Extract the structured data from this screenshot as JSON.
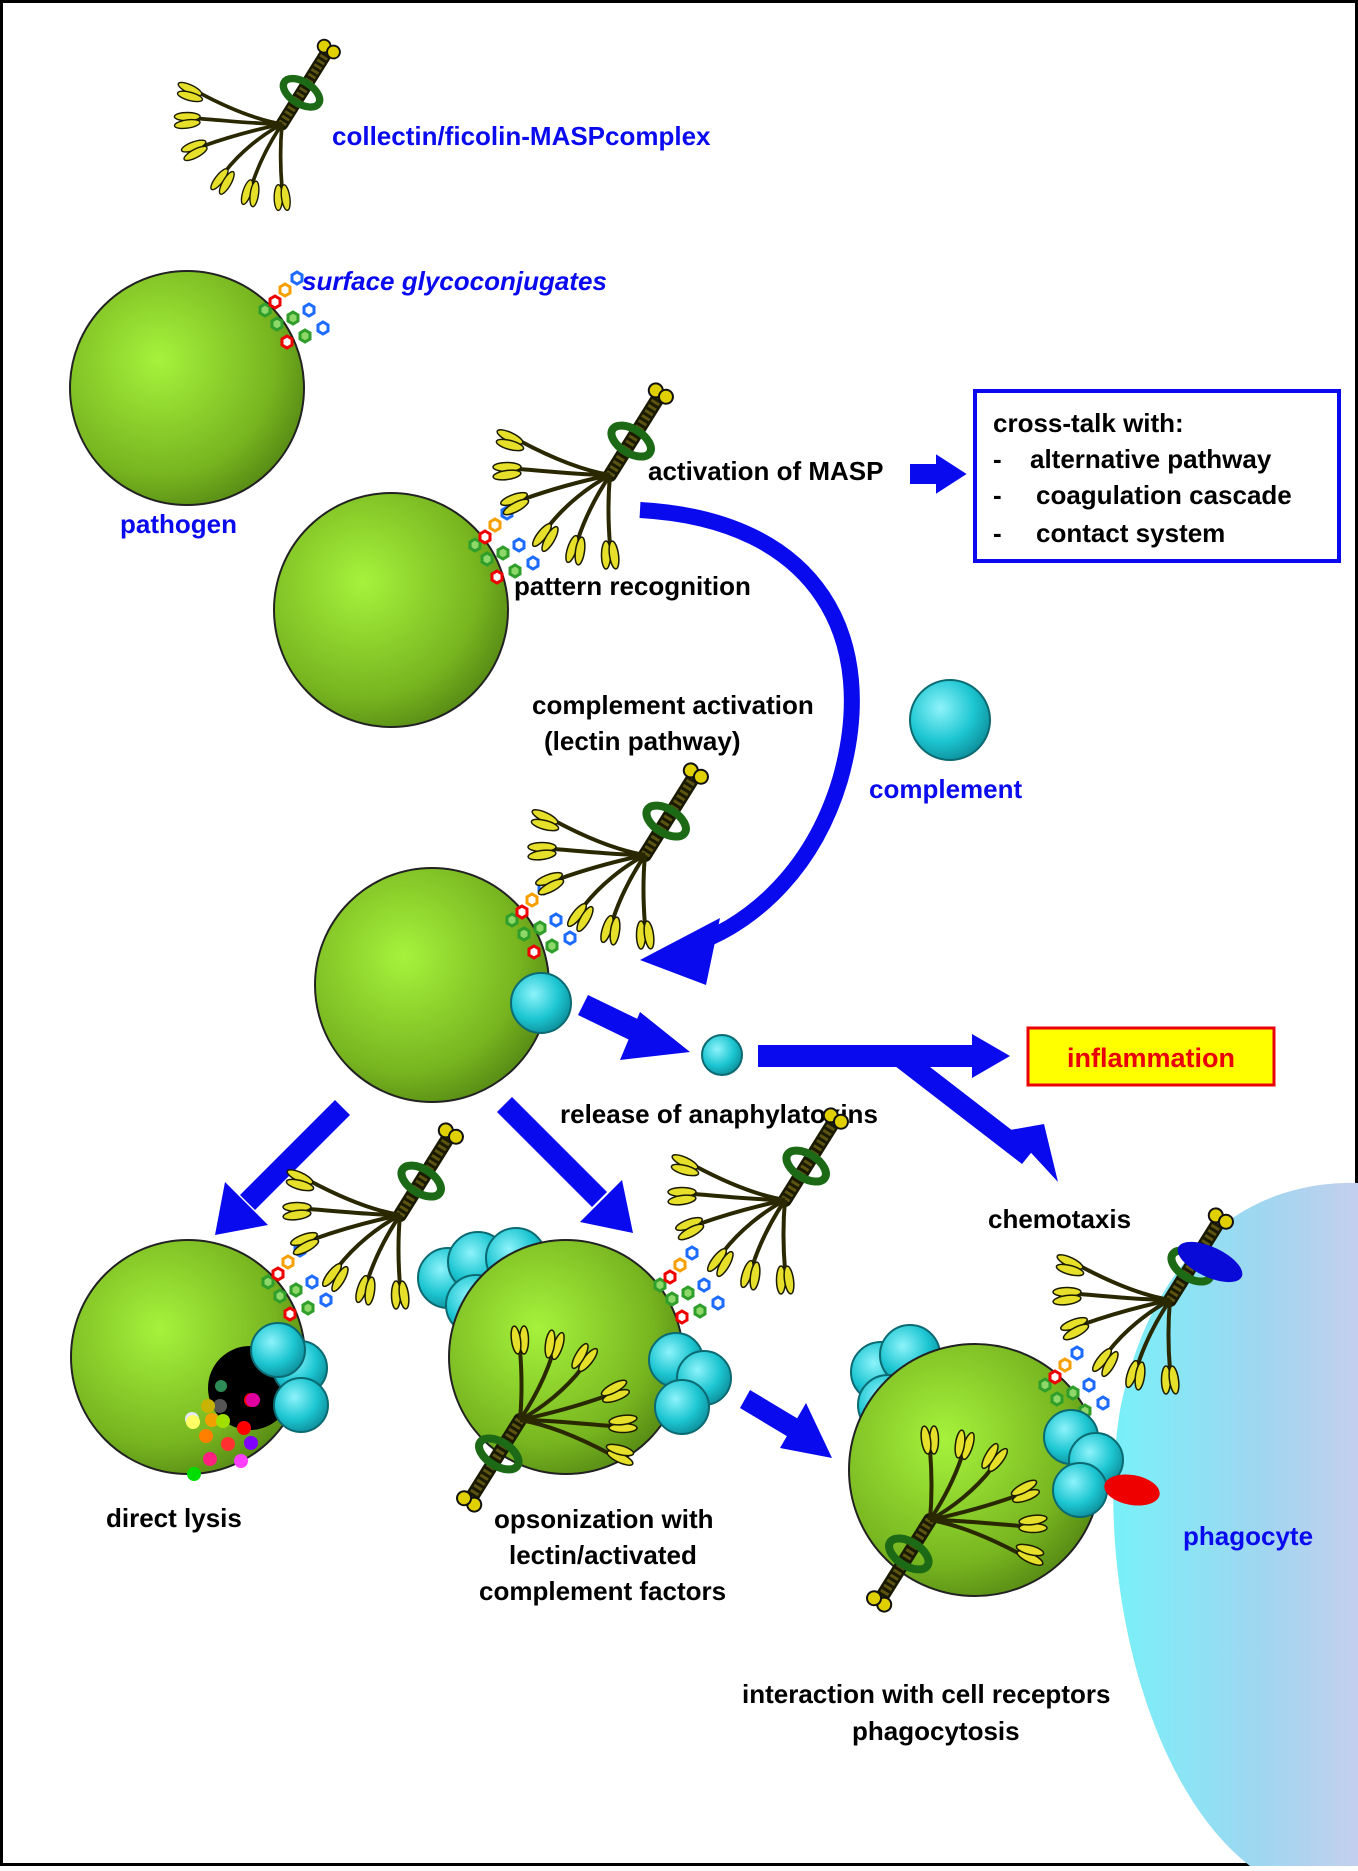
{
  "labels": {
    "complex": "collectin/ficolin-MASPcomplex",
    "glyco": "surface glycoconjugates",
    "pathogen": "pathogen",
    "activation_masp": "activation of MASP",
    "pattern_recognition": "pattern recognition",
    "complement_activation": "complement activation",
    "lectin_pathway": "(lectin pathway)",
    "complement": "complement",
    "release": "release of anaphylatoxins",
    "inflammation": "inflammation",
    "chemotaxis": "chemotaxis",
    "direct_lysis": "direct lysis",
    "opsonization_1": "opsonization with",
    "opsonization_2": "lectin/activated",
    "opsonization_3": "complement factors",
    "interaction_1": "interaction with cell receptors",
    "interaction_2": "phagocytosis",
    "phagocyte": "phagocyte"
  },
  "crosstalk": {
    "title": "cross-talk with:",
    "items": [
      "alternative pathway",
      "coagulation cascade",
      "contact system"
    ]
  },
  "colors": {
    "blue": "#0a0aef",
    "black": "#000000",
    "red": "#e8000a",
    "yellow_box": "#ffff00",
    "pathogen": "#7fc41e",
    "complement": "#22cad6",
    "phagocyte": "#7ee8f4"
  }
}
